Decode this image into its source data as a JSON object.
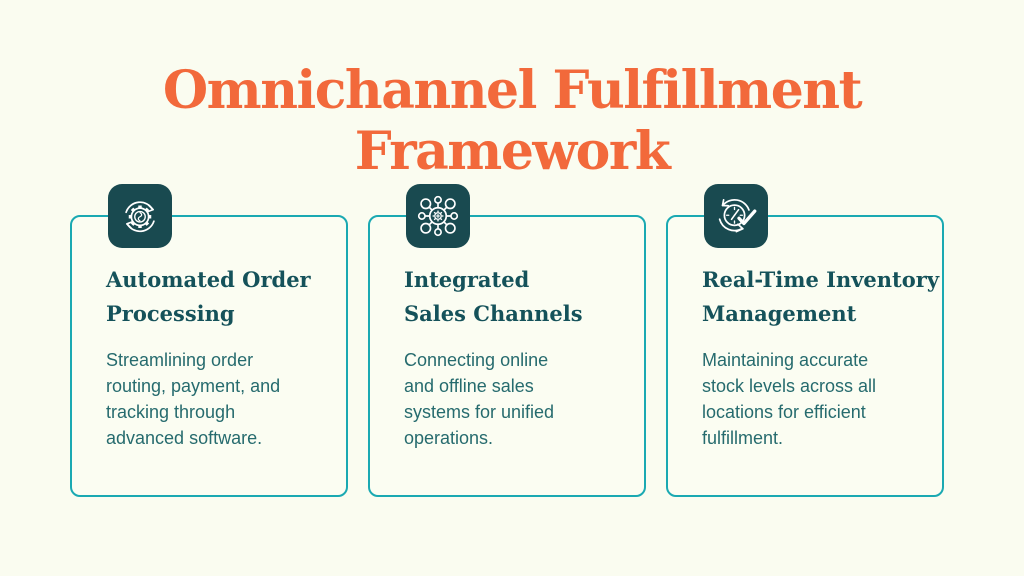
{
  "title": "Omnichannel Fulfillment Framework",
  "colors": {
    "background": "#FAFCF0",
    "card_background": "#FBFDF2",
    "card_border": "#1AA9B2",
    "icon_background": "#194A50",
    "title_orange": "#F2693B",
    "heading_teal": "#15525A",
    "body_teal": "#266B6E"
  },
  "cards": [
    {
      "icon": "gear-cycle-icon",
      "title_lines": [
        "Automated Order",
        "Processing"
      ],
      "body_lines": [
        "Streamlining order",
        "routing, payment, and",
        "tracking through",
        "advanced software."
      ]
    },
    {
      "icon": "hub-network-icon",
      "title_lines": [
        "Integrated",
        "Sales Channels"
      ],
      "body_lines": [
        "Connecting online",
        "and offline sales",
        "systems for unified",
        "operations."
      ]
    },
    {
      "icon": "clock-sync-check-icon",
      "title_lines": [
        "Real-Time Inventory",
        "Management"
      ],
      "body_lines": [
        "Maintaining accurate",
        "stock levels across all",
        "locations for efficient",
        "fulfillment."
      ]
    }
  ]
}
